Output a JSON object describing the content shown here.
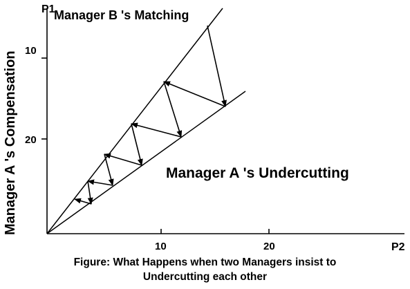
{
  "diagram": {
    "y_axis_title": "Manager A 's Compensation",
    "y_axis_end_label": "P1",
    "x_axis_end_label": "P2",
    "y_ticks": [
      "10",
      "20"
    ],
    "x_ticks": [
      "10",
      "20"
    ],
    "line_b_label": "Manager B 's Matching",
    "line_a_label": "Manager A 's Undercutting",
    "caption_lead": "Figure:",
    "caption_line1": "What Happens when two Managers insist to",
    "caption_line2": "Undercutting each other",
    "colors": {
      "ink": "#000000",
      "background": "#ffffff"
    }
  }
}
